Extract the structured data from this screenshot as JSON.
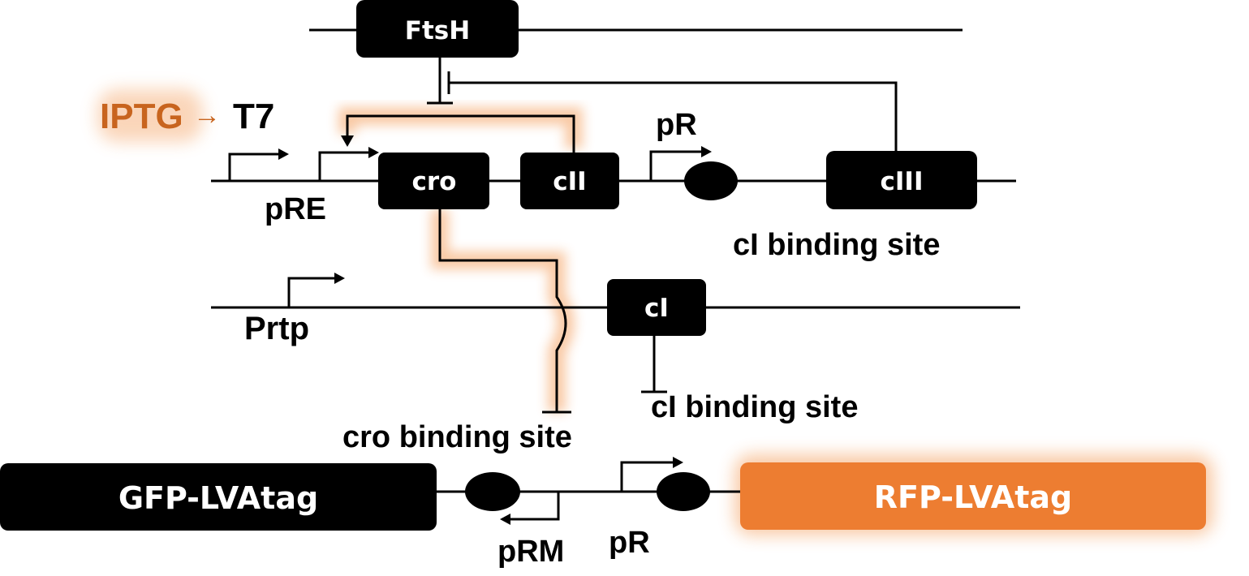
{
  "genes": {
    "ftsh": "FtsH",
    "cro": "cro",
    "cii": "cII",
    "ciii": "cIII",
    "ci": "cI",
    "gfp": "GFP-LVAtag",
    "rfp": "RFP-LVAtag"
  },
  "labels": {
    "iptg": "IPTG",
    "arrow": "→",
    "t7": "T7",
    "pre": "pRE",
    "pr_top": "pR",
    "ci_binding_site_top": "cI binding site",
    "prtp": "Prtp",
    "ci_binding_site_mid": "cI binding site",
    "cro_binding_site": "cro binding site",
    "prm": "pRM",
    "pr_bottom": "pR"
  },
  "colors": {
    "highlight": "#ed7d31",
    "iptg_text": "#c8641e",
    "box_fill": "#000000",
    "box_text": "#ffffff"
  }
}
